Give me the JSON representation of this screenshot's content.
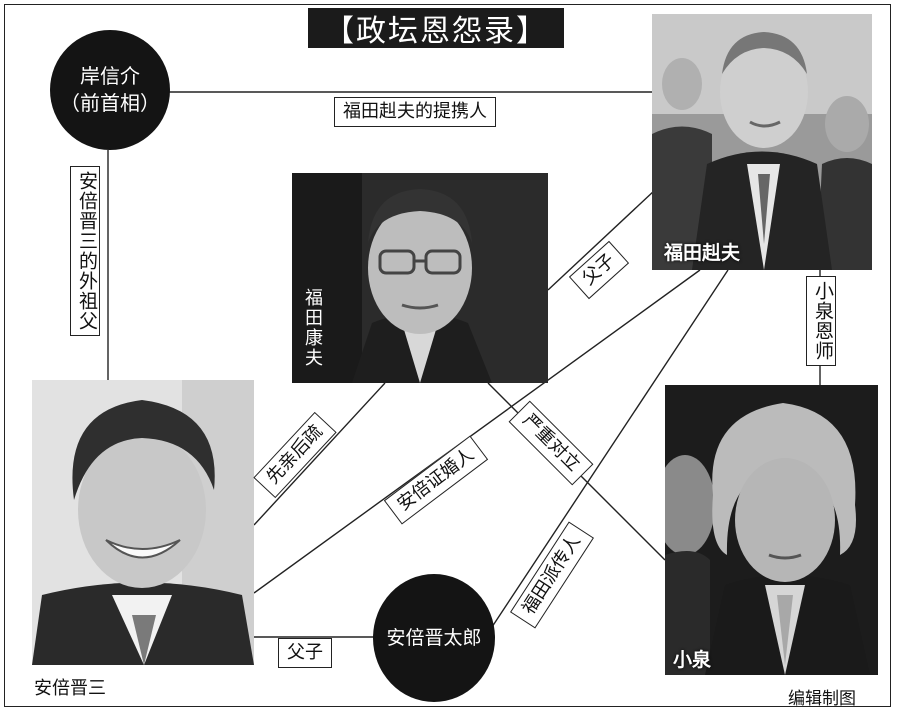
{
  "title": "【政坛恩怨录】",
  "nodes": {
    "kishi_name": "岸信介",
    "kishi_role": "（前首相）",
    "abe_shintaro": "安倍晋太郎"
  },
  "photos": {
    "fukuda_yasuo": "福田康夫",
    "fukuda_takeo": "福田赳夫",
    "koizumi": "小泉",
    "abe_shinzo": "安倍晋三"
  },
  "relations": {
    "kishi_takeo": "福田赳夫的提携人",
    "kishi_shinzo": "安倍晋三的外祖父",
    "takeo_yasuo": "父子",
    "takeo_koizumi": "小泉恩师",
    "yasuo_shinzo": "先亲后疏",
    "takeo_shinzo": "安倍证婚人",
    "yasuo_koizumi": "严重对立",
    "shintaro_takeo": "福田派传人",
    "shintaro_shinzo": "父子"
  },
  "credit": "编辑制图",
  "colors": {
    "ink": "#141414",
    "paper": "#ffffff"
  }
}
